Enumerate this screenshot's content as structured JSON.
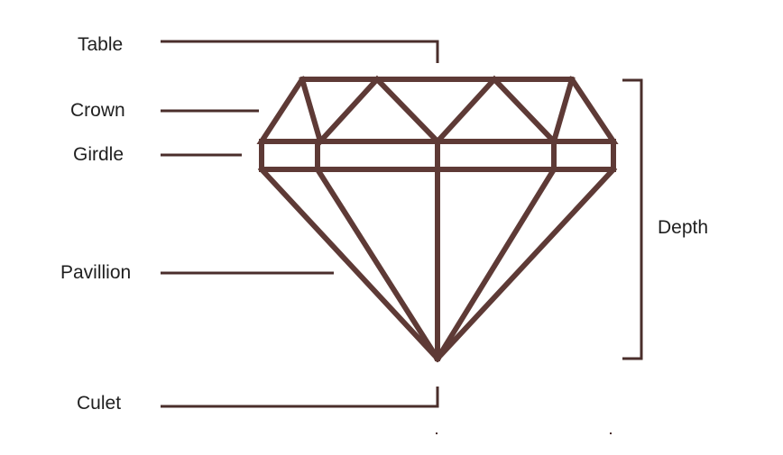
{
  "labels": {
    "table": "Table",
    "crown": "Crown",
    "girdle": "Girdle",
    "pavilion": "Pavillion",
    "culet": "Culet",
    "depth": "Depth"
  },
  "colors": {
    "diamond_stroke": "#5e3a36",
    "leader_line": "#4a2e2b",
    "text": "#1f1f1f",
    "background": "#ffffff"
  }
}
